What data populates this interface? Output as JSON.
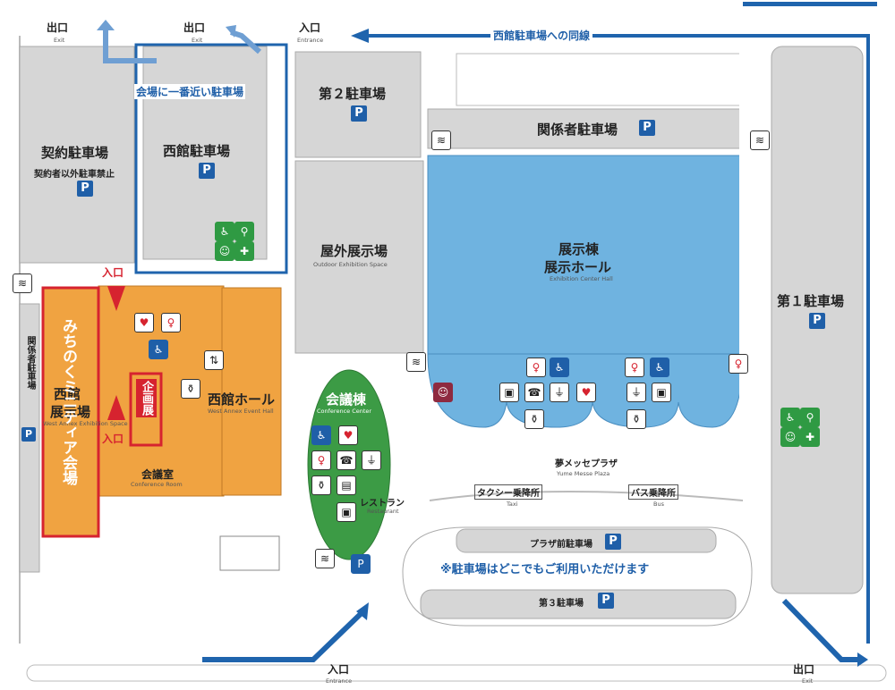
{
  "exits": {
    "top_left": "出口",
    "top_left_en": "Exit",
    "top_mid": "出口",
    "top_mid_en": "Exit",
    "bottom_right": "出口",
    "bottom_right_en": "Exit"
  },
  "entrances": {
    "top": "入口",
    "top_en": "Entrance",
    "bottom": "入口",
    "bottom_en": "Entrance",
    "hall_upper": "入口",
    "hall_lower": "入口"
  },
  "route_label": "西館駐車場への同線",
  "nearest_parking_note": "会場に一番近い駐車場",
  "parking": {
    "contract": "契約駐車場",
    "contract_note": "契約者以外駐車禁止",
    "west": "西館駐車場",
    "lot2": "第２駐車場",
    "staff": "関係者駐車場",
    "lot1": "第１駐車場",
    "staff_side": "関係者駐車場",
    "plaza_front": "プラザ前駐車場",
    "lot3": "第３駐車場",
    "anywhere_note": "※駐車場はどこでもご利用いただけます",
    "p_mark": "P"
  },
  "areas": {
    "outdoor": "屋外展示場",
    "outdoor_en": "Outdoor Exhibition Space",
    "exhibit_bldg": "展示棟",
    "exhibit_hall": "展示ホール",
    "exhibit_en": "Exhibition Center Hall",
    "west_hall": "西館ホール",
    "west_hall_en": "West Annex Event Hall",
    "west_annex": "西館",
    "west_annex2": "展示場",
    "west_annex_en": "West Annex Exhibition Space",
    "conference_room": "会議室",
    "conference_room_en": "Conference Room",
    "conference_center": "会議棟",
    "conference_center_en": "Conference Center",
    "restaurant": "レストラン",
    "restaurant_en": "Restaurant",
    "plaza": "夢メッセプラザ",
    "plaza_en": "Yume Messe Plaza",
    "taxi": "タクシー乗降所",
    "taxi_en": "Taxi",
    "bus": "バス乗降所",
    "bus_en": "Bus"
  },
  "venue": {
    "michinoku": "みちのくミニティア会場",
    "kikaku": "企画展"
  },
  "icons": {
    "aed": "AED"
  },
  "colors": {
    "blue_route": "#1f64ad",
    "orange": "#f0a341",
    "exhibit_blue": "#6fb3e0",
    "green": "#3c9b45",
    "red": "#d6232f",
    "gray": "#d4d4d4"
  }
}
